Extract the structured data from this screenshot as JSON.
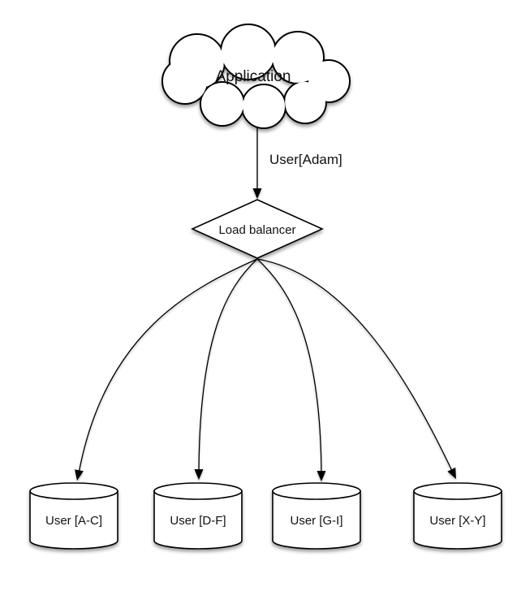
{
  "diagram": {
    "background_color": "#ffffff",
    "line_color": "#000000",
    "shape_fill_color": "#ffffff",
    "nodes": {
      "application": {
        "shape": "cloud",
        "label": "Application"
      },
      "load_balancer": {
        "shape": "diamond",
        "label": "Load balancer"
      },
      "shards": [
        {
          "shape": "cylinder",
          "label": "User [A-C]"
        },
        {
          "shape": "cylinder",
          "label": "User [D-F]"
        },
        {
          "shape": "cylinder",
          "label": "User [G-I]"
        },
        {
          "shape": "cylinder",
          "label": "User [X-Y]"
        }
      ]
    },
    "edges": {
      "app_to_lb_label": "User[Adam]"
    }
  }
}
